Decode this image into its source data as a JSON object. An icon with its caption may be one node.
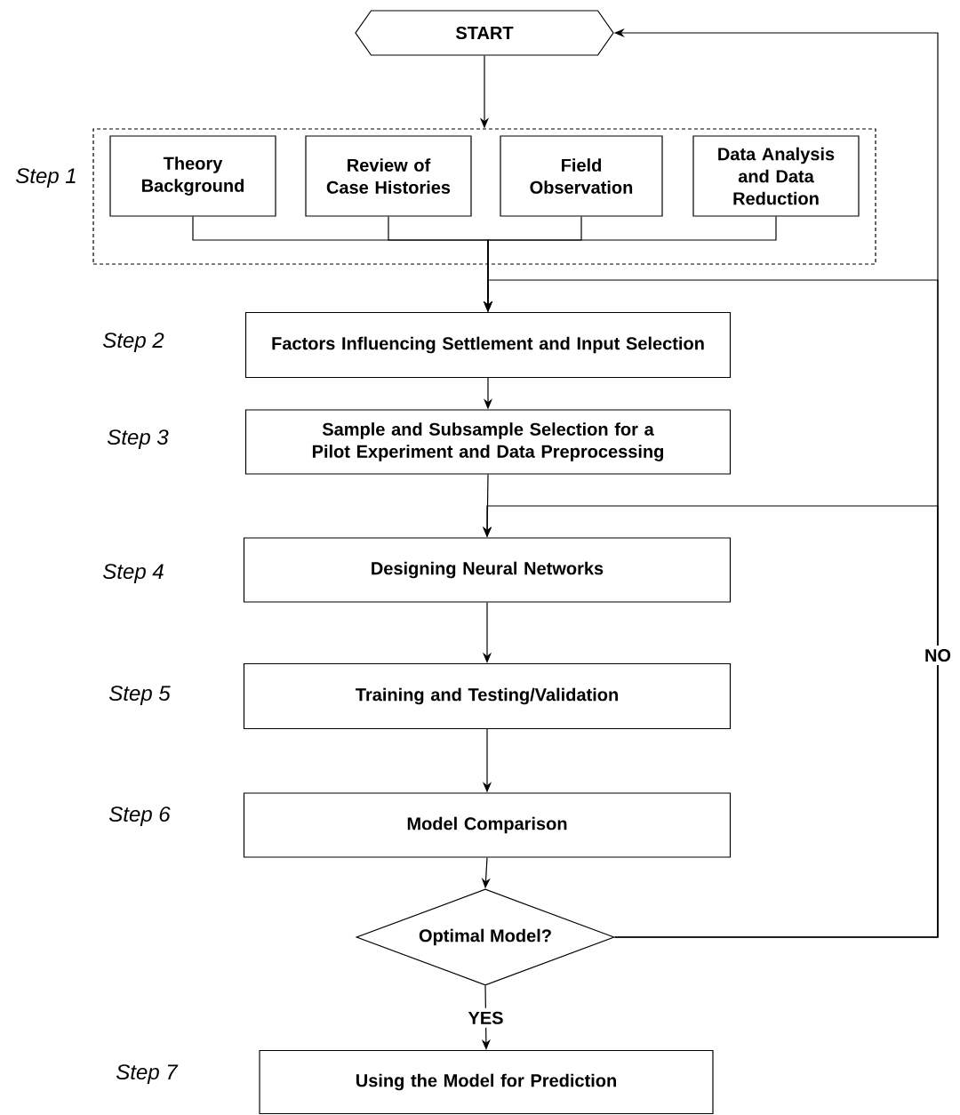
{
  "diagram": {
    "nodes": [
      {
        "text": [
          "START"
        ]
      },
      {
        "text": [],
        "shape": "box",
        "beside": [
          "Step 1"
        ]
      },
      {
        "text": [
          "Theory Background"
        ],
        "in": 1
      },
      {
        "text": [
          "Review of Case Histories"
        ],
        "in": 1
      },
      {
        "text": [
          "Field Observation"
        ],
        "in": 1
      },
      {
        "text": [
          "Data Analysis and Data Reduction"
        ],
        "in": 1
      },
      {
        "text": [
          "Factors Influencing Settlement and Input Selection"
        ],
        "beside": [
          "Step 2"
        ]
      },
      {
        "text": [
          "Sample and Subsample Selection for a Pilot Experiment and Data Preprocessing"
        ],
        "beside": [
          "Step 3"
        ]
      },
      {
        "text": [
          "Designing Neural Networks"
        ],
        "beside": [
          "Step 4"
        ]
      },
      {
        "text": [
          "Training and Testing/Validation"
        ],
        "beside": [
          "Step 5"
        ]
      },
      {
        "text": [
          "Model Comparison"
        ],
        "beside": [
          "Step 6"
        ]
      },
      {
        "text": [
          "Optimal Model?"
        ]
      },
      {
        "text": [
          "Using the Model for Prediction"
        ],
        "beside": [
          "Step 7"
        ]
      }
    ],
    "edges": [
      {
        "from": 0,
        "to": 1,
        "arrow": "to"
      },
      {
        "from": 2,
        "to": 6,
        "arrow": "to"
      },
      {
        "from": 3,
        "to": 6,
        "arrow": "to"
      },
      {
        "from": 4,
        "to": 6,
        "arrow": "to"
      },
      {
        "from": 5,
        "to": 6,
        "arrow": "to"
      },
      {
        "from": 6,
        "to": 7,
        "arrow": "to"
      },
      {
        "from": 7,
        "to": 8,
        "arrow": "to"
      },
      {
        "from": 8,
        "to": 9,
        "arrow": "to"
      },
      {
        "from": 9,
        "to": 10,
        "arrow": "to"
      },
      {
        "from": 10,
        "to": 11,
        "arrow": "to"
      },
      {
        "from": 11,
        "to": 12,
        "arrow": "to",
        "label": "YES"
      },
      {
        "from": 11,
        "to": 0,
        "arrow": "to",
        "label": "NO"
      },
      {
        "from": 11,
        "to": 6,
        "arrow": "to"
      },
      {
        "from": 11,
        "to": 8,
        "arrow": "to"
      }
    ]
  }
}
